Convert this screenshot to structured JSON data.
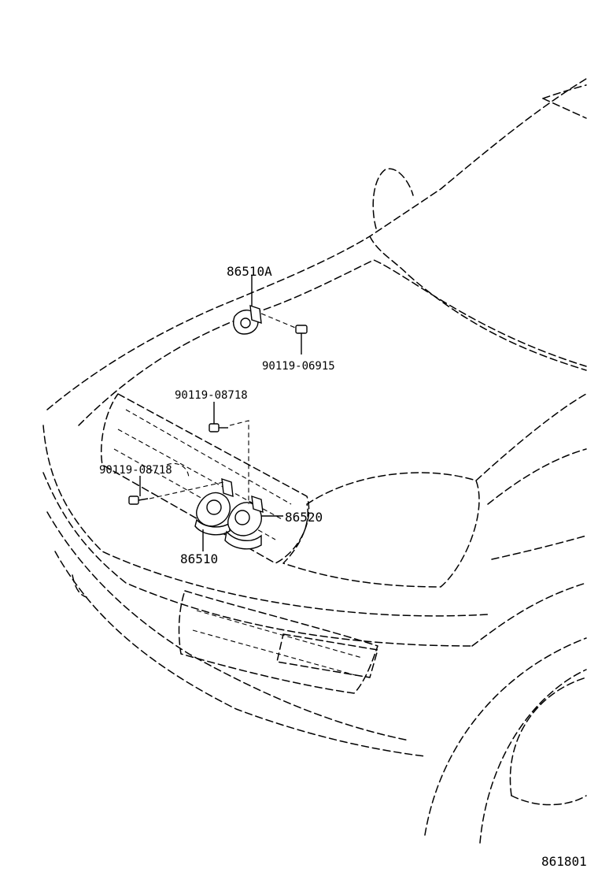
{
  "callouts": {
    "p86510A": "86510A",
    "p90119_06915": "90119-06915",
    "p90119_08718_top": "90119-08718",
    "p90119_08718_left": "90119-08718",
    "p86520": "86520",
    "p86510": "86510"
  },
  "figure_id": "861801"
}
